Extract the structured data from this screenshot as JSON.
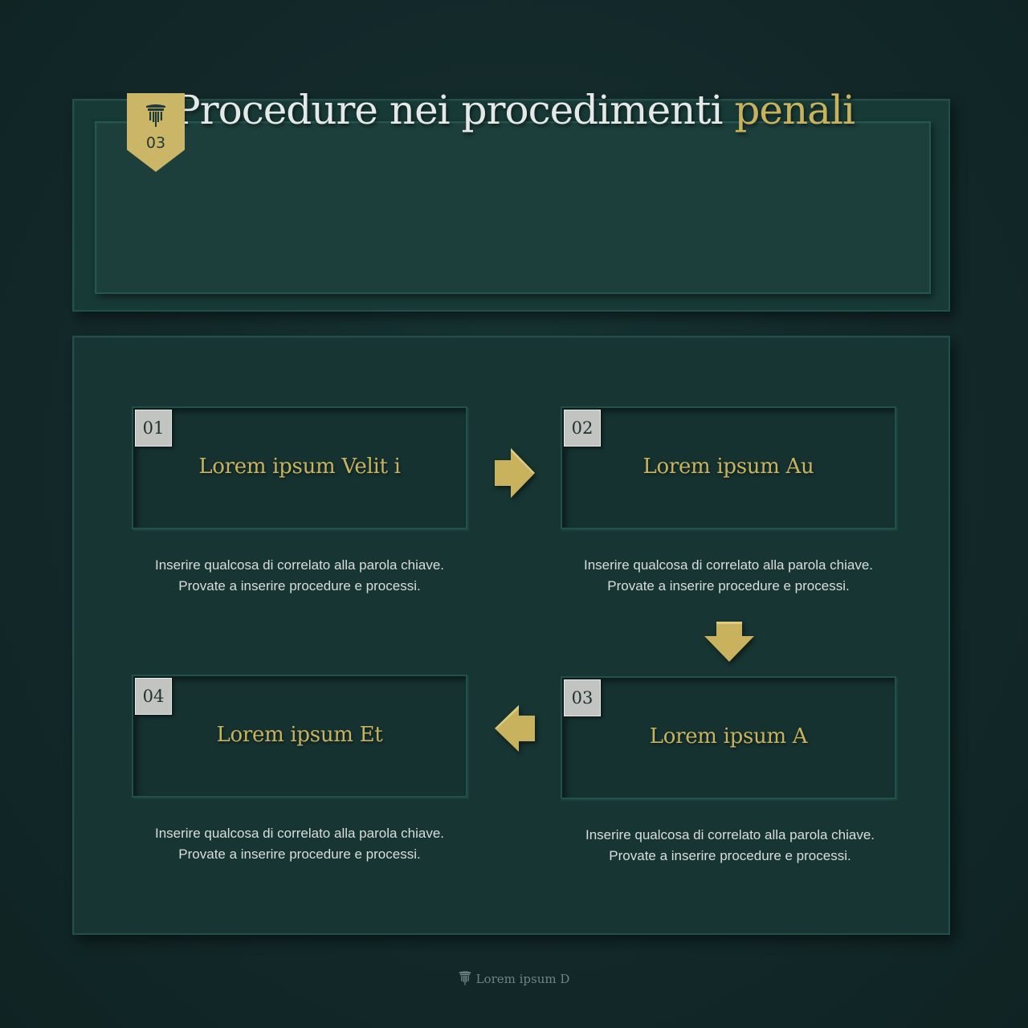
{
  "header": {
    "badge_number": "03",
    "badge_icon": "pillar-icon",
    "title_main": "Procedure nei procedimenti ",
    "title_accent": "penali"
  },
  "steps": [
    {
      "number": "01",
      "title": "Lorem ipsum Velit i",
      "desc_line1": "Inserire qualcosa di correlato alla parola chiave.",
      "desc_line2": "Provate a inserire procedure e processi."
    },
    {
      "number": "02",
      "title": "Lorem ipsum Au",
      "desc_line1": "Inserire qualcosa di correlato alla parola chiave.",
      "desc_line2": "Provate a inserire procedure e processi."
    },
    {
      "number": "03",
      "title": "Lorem ipsum A",
      "desc_line1": "Inserire qualcosa di correlato alla parola chiave.",
      "desc_line2": "Provate a inserire procedure e processi."
    },
    {
      "number": "04",
      "title": "Lorem ipsum Et",
      "desc_line1": "Inserire qualcosa di correlato alla parola chiave.",
      "desc_line2": "Provate a inserire procedure e processi."
    }
  ],
  "arrows": [
    "arrow-right-icon",
    "arrow-down-icon",
    "arrow-left-icon"
  ],
  "footer": {
    "icon": "pillar-icon",
    "text": "Lorem ipsum D"
  },
  "colors": {
    "background": "#13292a",
    "panel": "#183a36",
    "accent_gold": "#c9b25e",
    "title_white": "#e4e8e6",
    "number_box": "#c2c4c2"
  }
}
